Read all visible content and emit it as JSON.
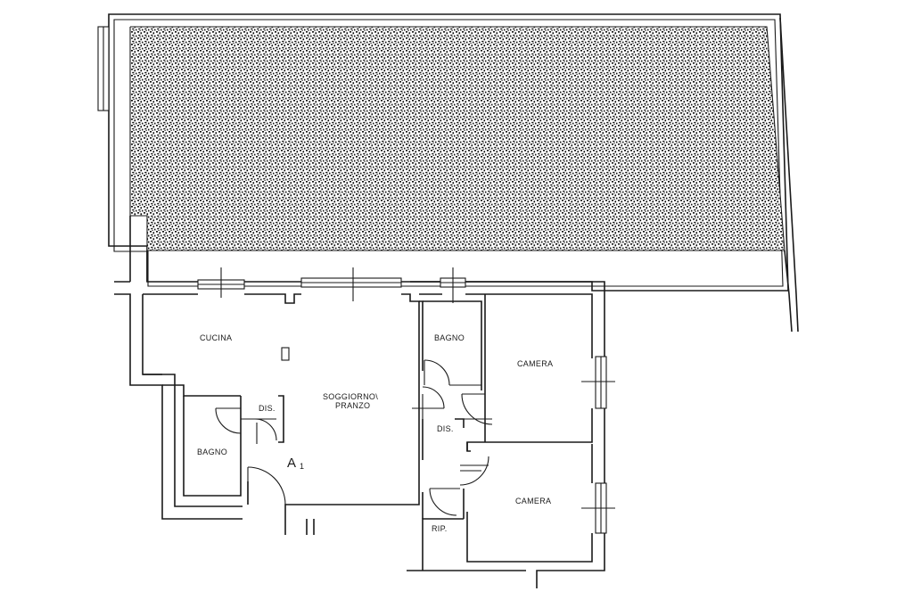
{
  "rooms": {
    "cucina": "CUCINA",
    "soggiorno": "SOGGIORNO\\",
    "pranzo": "PRANZO",
    "bagno_top": "BAGNO",
    "camera_top": "CAMERA",
    "dis_left": "DIS.",
    "dis_center": "DIS.",
    "bagno_left": "BAGNO",
    "camera_bottom": "CAMERA",
    "rip": "RIP."
  },
  "unit": {
    "letter": "A",
    "number": "1"
  },
  "colors": {
    "ink": "#1a1a1a",
    "paper": "#ffffff"
  }
}
